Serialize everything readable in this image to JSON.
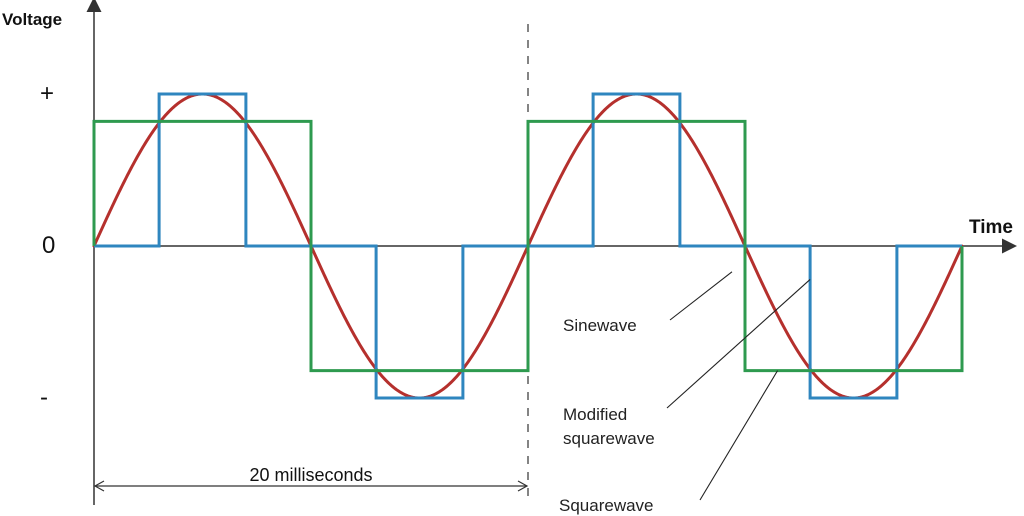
{
  "chart_data": {
    "type": "line",
    "title": "",
    "xlabel": "Time",
    "ylabel": "Voltage",
    "y_ticks": [
      {
        "label": "+",
        "value": 1
      },
      {
        "label": "0",
        "value": 0
      },
      {
        "label": "-",
        "value": -1
      }
    ],
    "xlim": [
      0,
      40
    ],
    "ylim": [
      -1.55,
      1.85
    ],
    "x_unit": "milliseconds",
    "period_label": "20 milliseconds",
    "period_range": [
      0,
      20
    ],
    "grid": false,
    "colors": {
      "sinewave": "#b5302d",
      "modified_squarewave": "#2f86bf",
      "squarewave": "#2e9a4f",
      "axis": "#333333",
      "annotation_line": "#222222"
    },
    "series": [
      {
        "name": "Sinewave",
        "type": "sine",
        "amplitude": 1.0,
        "period": 20
      },
      {
        "name": "Modified squarewave",
        "type": "step",
        "points": [
          [
            0,
            0
          ],
          [
            3,
            0
          ],
          [
            3,
            1.0
          ],
          [
            7,
            1.0
          ],
          [
            7,
            0
          ],
          [
            13,
            0
          ],
          [
            13,
            -1.0
          ],
          [
            17,
            -1.0
          ],
          [
            17,
            0
          ],
          [
            23,
            0
          ],
          [
            23,
            1.0
          ],
          [
            27,
            1.0
          ],
          [
            27,
            0
          ],
          [
            33,
            0
          ],
          [
            33,
            -1.0
          ],
          [
            37,
            -1.0
          ],
          [
            37,
            0
          ],
          [
            40,
            0
          ]
        ]
      },
      {
        "name": "Squarewave",
        "type": "step",
        "points": [
          [
            0,
            0
          ],
          [
            0,
            0.82
          ],
          [
            10,
            0.82
          ],
          [
            10,
            -0.82
          ],
          [
            20,
            -0.82
          ],
          [
            20,
            0.82
          ],
          [
            30,
            0.82
          ],
          [
            30,
            -0.82
          ],
          [
            40,
            -0.82
          ],
          [
            40,
            0
          ]
        ]
      }
    ],
    "annotations": [
      {
        "text": "Sinewave",
        "target": [
          29.4,
          -0.17
        ]
      },
      {
        "text": "Modified\nsquarewave",
        "target": [
          33,
          -0.22
        ]
      },
      {
        "text": "Squarewave",
        "target": [
          31.5,
          -0.82
        ]
      }
    ]
  }
}
